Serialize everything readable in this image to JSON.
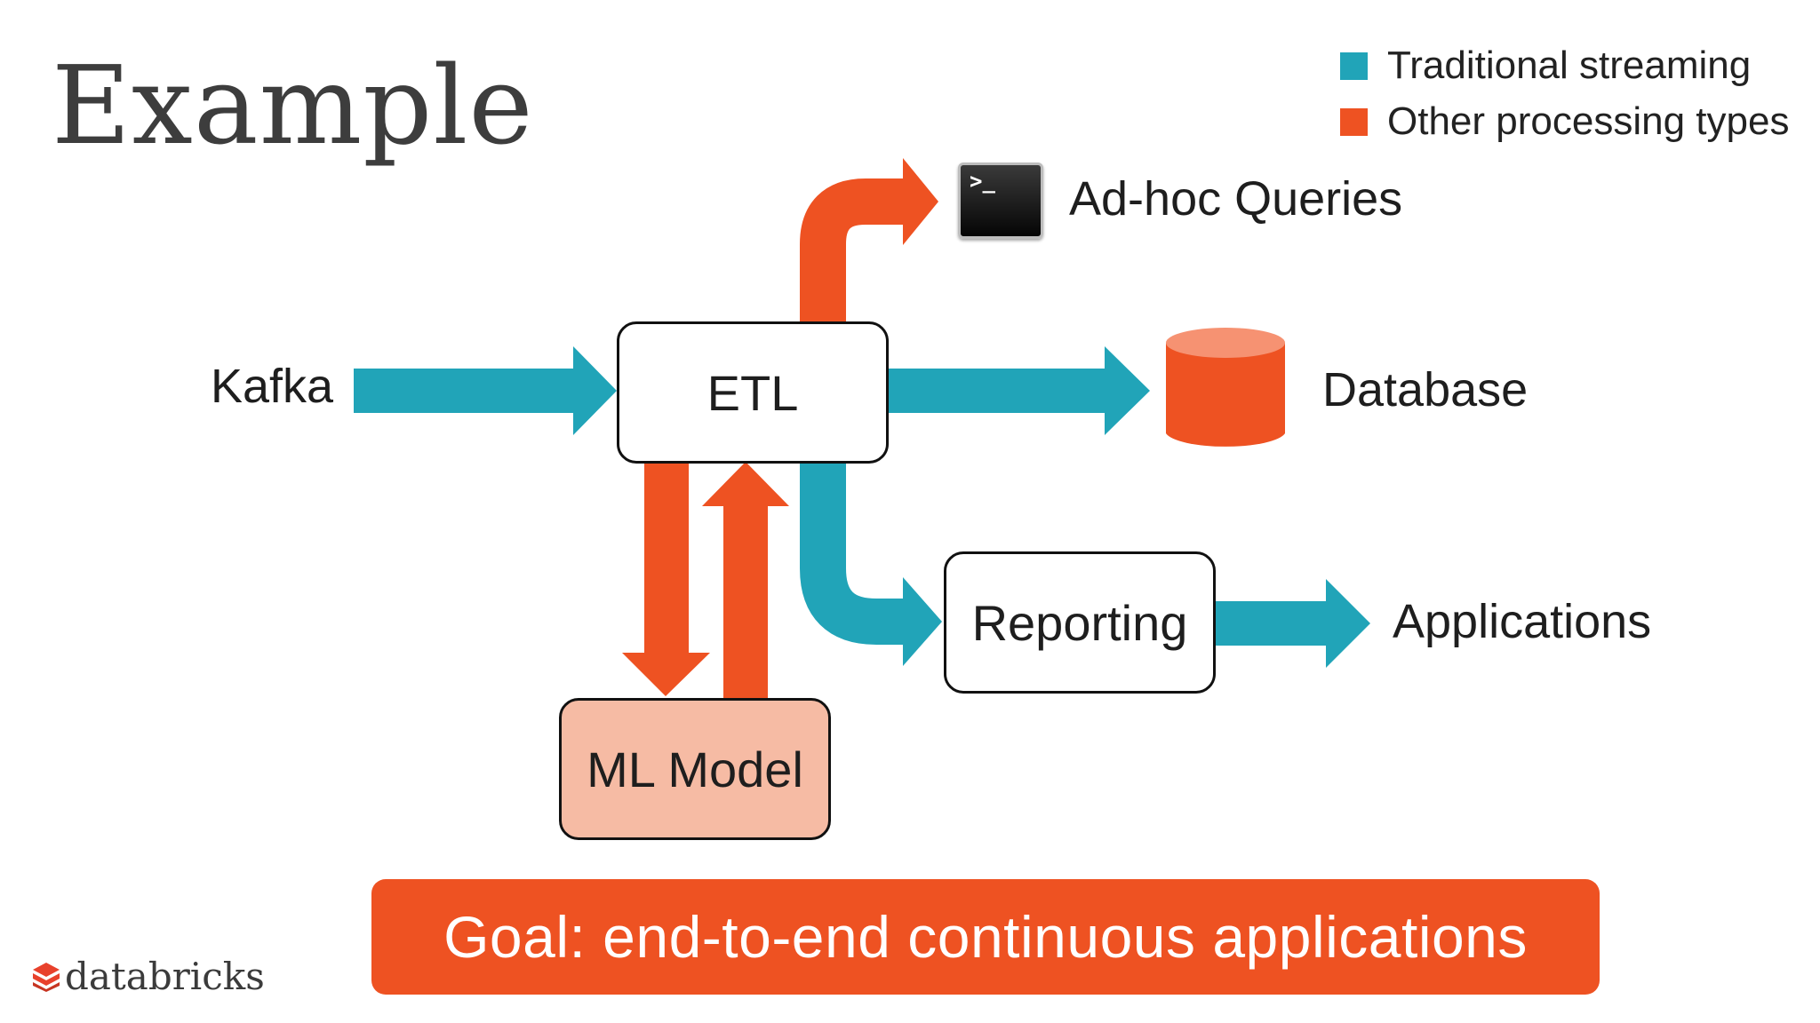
{
  "slide": {
    "title": "Example"
  },
  "legend": {
    "items": [
      {
        "label": "Traditional streaming",
        "color": "#21a4b8"
      },
      {
        "label": "Other processing types",
        "color": "#ee5222"
      }
    ]
  },
  "diagram": {
    "source_label": "Kafka",
    "etl_label": "ETL",
    "ml_label": "ML Model",
    "reporting_label": "Reporting",
    "adhoc_label": "Ad-hoc Queries",
    "database_label": "Database",
    "applications_label": "Applications",
    "terminal_prompt": ">_",
    "icons": [
      "terminal-icon",
      "database-icon"
    ]
  },
  "banner": {
    "goal_text": "Goal: end-to-end continuous applications"
  },
  "branding": {
    "logo_text": "databricks",
    "logo_color": "#e8412c"
  }
}
